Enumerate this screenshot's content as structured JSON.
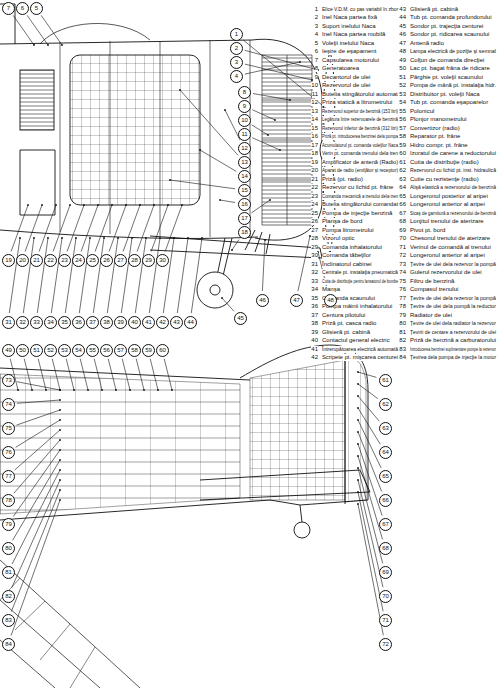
{
  "diagram": {
    "labels": [
      "1",
      "Elice V.D.M. cu pas variabil în zbor",
      "2",
      "Inel Naca partea fixă",
      "3",
      "Suport inelului Naca",
      "4",
      "Inel Naca partea mobilă",
      "5",
      "Voleţii inelului Naca",
      "6",
      "Ieşire de eşapament",
      "7",
      "Capsularea motorului",
      "8",
      "Generatoarea",
      "9",
      "Decantorul de ulei",
      "10",
      "Rezervorul de ulei",
      "11",
      "Butelia stingătorului automat",
      "12",
      "Priza statică a litrometrului",
      "13",
      "Rezervorul superior de benzină (153 litri)",
      "14",
      "Legătura între rezervoarele de benzină",
      "15",
      "Rezervorul inferior de benzină (312 litri)",
      "16",
      "Priză pt. introducerea benzinei dela pompa",
      "17",
      "Acumulatorul pt. comanda voleţilor Naca",
      "18",
      "Verin pt. comanda trenului dela tren",
      "19",
      "Amplificator de antenă (Radio)",
      "20",
      "Aparat de radio (emiţător şi receptor)",
      "21",
      "Priză (pt. radio)",
      "22",
      "Rezervor cu lichid pt. frâne",
      "23",
      "Comanda mecanică a trenului dela tren",
      "24",
      "Butelia stingătorului comandat",
      "25",
      "Pompa de injecţie benzină",
      "26",
      "Planşa de bord",
      "27",
      "Pompa litrometrului",
      "28",
      "Vizorul optic",
      "29",
      "Comanda inhalatorului",
      "30",
      "Comanda tăbeţilor",
      "31",
      "Înclinatorul cabinei",
      "32",
      "Centrale pt. instalaţia pneumatică",
      "33",
      "Cutia de distribuţie pentru lansatorul de bombe",
      "34",
      "Manşa",
      "35",
      "Comanda scaunului",
      "36",
      "Pompa mâinii inhalatorului",
      "37",
      "Centura pilotului",
      "38",
      "Priză pt. casca radio",
      "39",
      "Glisieră pt. cabină",
      "40",
      "Contactul general electric",
      "41",
      "Întrerupătoarea electrică automată",
      "42",
      "Scripete pt. mişcarea centurei",
      "43",
      "Glisieră pt. cabină",
      "44",
      "Tub pt. comanda profundorului",
      "45",
      "Sondor pt. trajecţia centurei",
      "46",
      "Sondor pt. ridicarea scaunului",
      "47",
      "Antenă radio",
      "48",
      "Lampa electrică de poziţie şi semnal",
      "49",
      "Colţun de comanda direcţiei",
      "50",
      "Lac pt. bagat frâna de ridicare",
      "51",
      "Pârghie pt. voleţii scaunului",
      "52",
      "Pompa de mână pt. instalaţia hidr.",
      "53",
      "Distribuitor pt. voleţii Naca",
      "54",
      "Tub pt. comanda eşapoarelor",
      "55",
      "Polonicul",
      "56",
      "Plonjor manometrului",
      "57",
      "Convertizor (radio)",
      "58",
      "Reparator pt. frâne",
      "59",
      "Hidro compr. pt. frâne",
      "60",
      "Izoratul de carene a reductorului",
      "61",
      "Cutia de distribuţie (radio)",
      "62",
      "Rezervorul cu lichid pt. inst. hidraulică",
      "63",
      "Cutie cu rezistenţe (radio)",
      "64",
      "Alişă elastică a rezervorului de benzină",
      "65",
      "Longeronul posterior al aripei",
      "66",
      "Longeronul anterior al aripei",
      "67",
      "Sicaş de garnitură a rezervorului de benzină",
      "68",
      "Lonjitul trenului de aterizare",
      "69",
      "Pivot pt. bord",
      "70",
      "Chesonul trenului de aterizare",
      "71",
      "Verinul de comandă al trenului",
      "72",
      "Longeronul anterior al aripei",
      "73",
      "Ţevire de ulei dela rezervor la pompă",
      "74",
      "Gulerul rezervorului de ulei",
      "75",
      "Filtru de benzină",
      "76",
      "Compasul trenului",
      "77",
      "Ţevire de ulei dela rezervor la pompă",
      "78",
      "Ţevire de ulei dela pompă la reductor",
      "79",
      "Radiator de ulei",
      "80",
      "Ţevire de ulei dela radiator la rezervor",
      "81",
      "Ţevirii de centare a rezervorului de ulei",
      "82",
      "Priză de benzină a carburatorului",
      "83",
      "Introducerea benzinei suplimentare pompe la rezervor",
      "84",
      "Ţevirea dela pompa de injecţie la motor",
      "1",
      "2",
      "3",
      "4",
      "5",
      "6",
      "7",
      "8",
      "9",
      "10",
      "11",
      "12",
      "13",
      "14",
      "15",
      "16",
      "17",
      "18",
      "19",
      "20",
      "21",
      "22",
      "23",
      "24",
      "25",
      "26",
      "27",
      "28",
      "29",
      "30",
      "31",
      "32",
      "33",
      "34",
      "35",
      "36",
      "37",
      "38",
      "39",
      "40",
      "41",
      "42",
      "43",
      "44",
      "45",
      "46",
      "47",
      "48",
      "49",
      "50",
      "51",
      "52",
      "53",
      "54",
      "55",
      "56",
      "57",
      "58",
      "59",
      "60",
      "61",
      "62",
      "63",
      "64",
      "65",
      "66",
      "67",
      "68",
      "69",
      "70",
      "71",
      "72",
      "73",
      "74",
      "75",
      "76",
      "77",
      "78",
      "79",
      "80",
      "81",
      "82",
      "83",
      "84"
    ]
  }
}
